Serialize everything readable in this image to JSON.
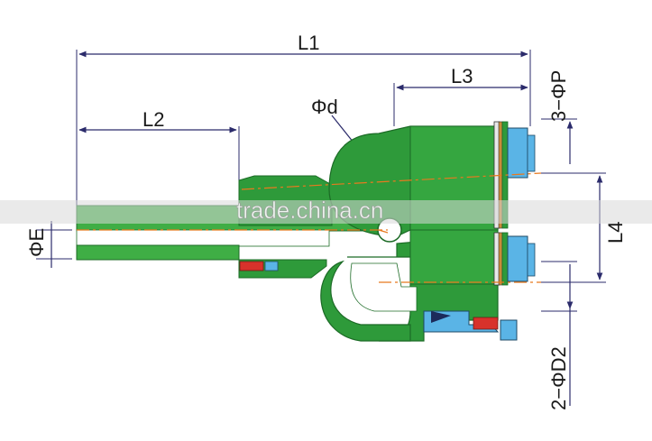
{
  "diagram": {
    "labels": {
      "l1": "L1",
      "l2": "L2",
      "l3": "L3",
      "l4": "L4",
      "phi_d": "Φd",
      "phi_e": "ΦE",
      "three_phi_p": "3−ΦP",
      "two_phi_d2": "2−ΦD2"
    },
    "watermark": "trade.china.cn",
    "colors": {
      "body_green": "#2e9a3a",
      "body_dark": "#1c6b26",
      "tube_green": "#3fae45",
      "release_blue": "#5ab4e6",
      "oring_red": "#d8322b",
      "centerline_orange": "#e8791f",
      "dim_line": "#2b2b6b",
      "watermark_band": "#d8d8d8"
    }
  }
}
